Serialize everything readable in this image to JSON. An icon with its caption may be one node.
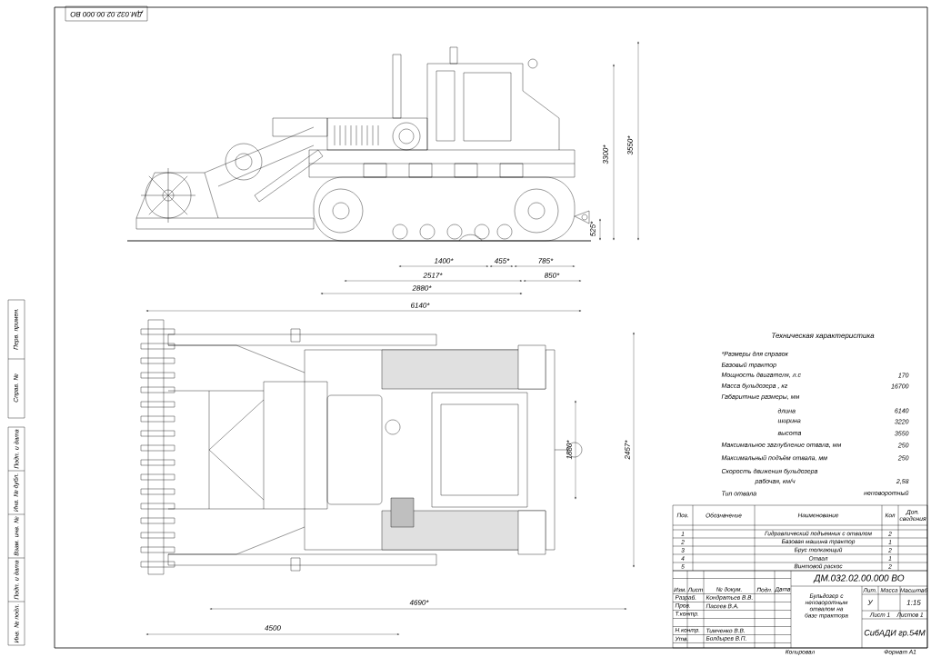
{
  "diagram": {
    "labels": [
      "ДМ.032.02.00.000 ВО",
      "3300*",
      "3550*",
      "525*",
      "1400*",
      "455*",
      "785*",
      "2517*",
      "850*",
      "2880*",
      "6140*",
      "1880*",
      "2457*",
      "4690*",
      "4500",
      "Техническая характеристика",
      "*Размеры для справок",
      "Базовый трактор",
      "Мощность двигателя, л.с",
      "170",
      "Масса бульдозера , кг",
      "16700",
      "Габаритные размеры, мм",
      "длина",
      "6140",
      "ширина",
      "3220",
      "высота",
      "3550",
      "Максимальное заглубление отвала, мм",
      "250",
      "Максимальный подъём отвала, мм",
      "250",
      "Скорость движения бульдозера",
      "рабочая, км/ч",
      "2,58",
      "Тип отвала",
      "неповоротный",
      "Поз.",
      "Обозначение",
      "Наименование",
      "Кол",
      "Доп. сведения",
      "1",
      "Гидравлический подъемник с отвалом",
      "2",
      "2",
      "Базовая машина трактор",
      "1",
      "3",
      "Брус толкающий",
      "2",
      "4",
      "Отвал",
      "1",
      "5",
      "Винтовой раскос",
      "2",
      "ДМ.032.02.00.000 ВО",
      "Изм.",
      "Лист",
      "№ докум.",
      "Подп.",
      "Дата",
      "Разраб.",
      "Кондратьев В.В.",
      "Пров.",
      "Пасеев В.А.",
      "Т.контр.",
      "Н.контр.",
      "Тимченко В.В.",
      "Утв.",
      "Болдырев В.П.",
      "Бульдозер с неповоротным отвалом на базе трактора",
      "Лит.",
      "Масса",
      "Масштаб",
      "У",
      "1:15",
      "Лист 1",
      "Листов 1",
      "СибАДИ гр.54М",
      "Копировал",
      "Формат А1",
      "Перв. примен.",
      "Справ. №",
      "Подп. и дата",
      "Инв. № дубл.",
      "Взам. инв. №",
      "Подп. и дата",
      "Инв. № подл."
    ]
  }
}
